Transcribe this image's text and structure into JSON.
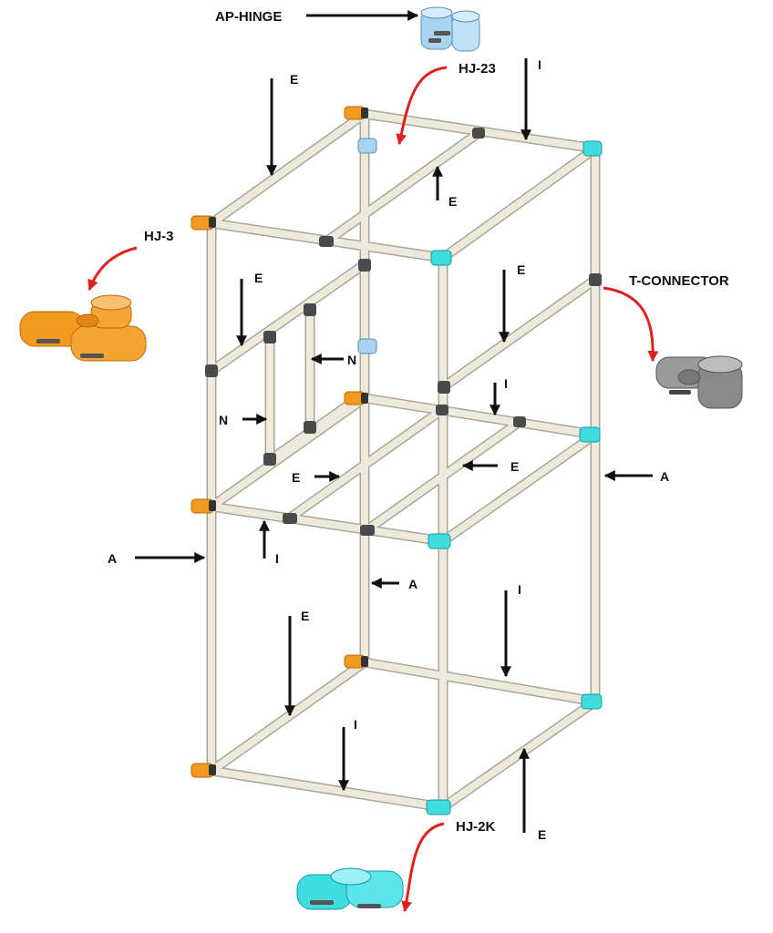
{
  "colors": {
    "pipe": "#eeeadb",
    "pipe_edge": "#a9a69a",
    "orange": "#f39a1e",
    "cyan": "#3fdce0",
    "blue_hinge": "#a9d4f0",
    "dark": "#4a4a4a",
    "gray": "#9a9a9a",
    "arrow": "#111111",
    "red": "#e0201e"
  },
  "labels": {
    "ap_hinge": "AP-HINGE",
    "hj23": "HJ-23",
    "hj3": "HJ-3",
    "t_connector": "T-CONNECTOR",
    "hj2k": "HJ-2K"
  },
  "letters": {
    "e": "E",
    "i": "I",
    "n": "N",
    "a": "A"
  }
}
